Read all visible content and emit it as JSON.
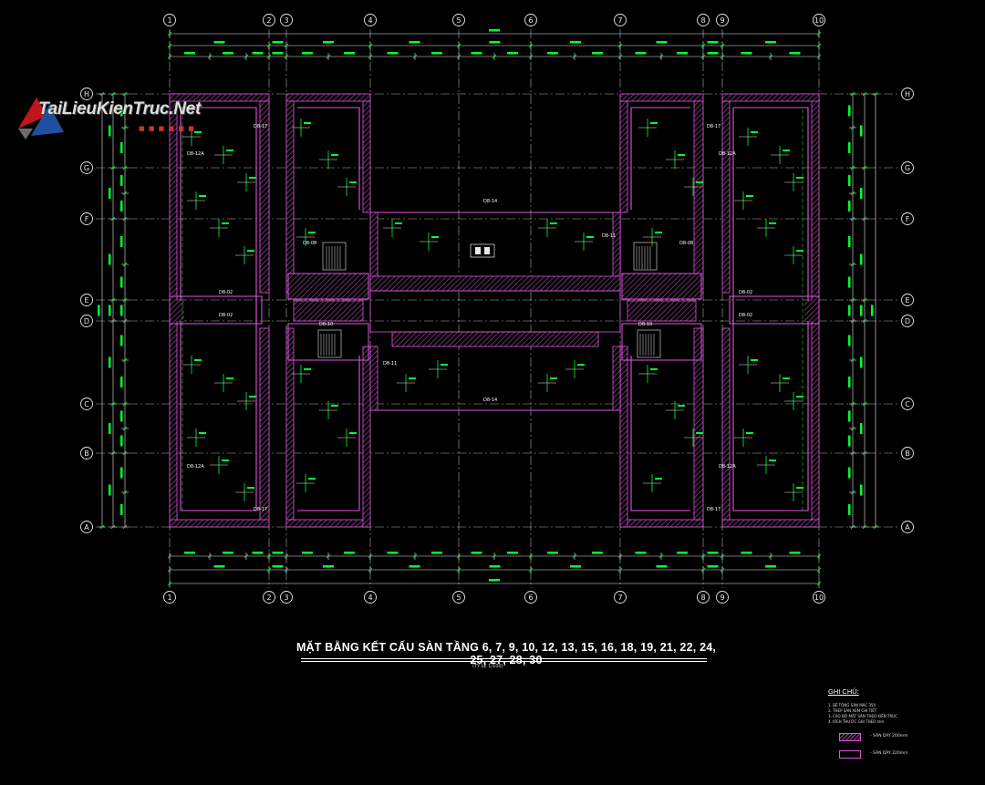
{
  "drawing": {
    "title": "MẶT BẰNG KẾT CẤU SÀN TẦNG 6, 7, 9, 10, 12, 13, 15, 16, 18, 19, 21, 22, 24, 25, 27, 28, 30",
    "subtitle": "(TỶ LỆ 1/100)",
    "watermark": "TaiLieuKienTruc.Net",
    "watermark_dots": "■ ■ ■ ■ ■ ■",
    "colors": {
      "background": "#000000",
      "grid": "#e8e8e8",
      "dimension": "#00ff33",
      "wall": "#e055e0",
      "hatch": "#9a4a9a",
      "text": "#ffffff"
    }
  },
  "axes": {
    "vertical": [
      "1",
      "2",
      "3",
      "4",
      "5",
      "6",
      "7",
      "8",
      "9",
      "10"
    ],
    "horizontal": [
      "H",
      "G",
      "F",
      "E",
      "D",
      "C",
      "B",
      "A"
    ]
  },
  "beam_tags": [
    "D8-14",
    "D8-14",
    "D8-02",
    "D8-02",
    "D8-02",
    "D8-02",
    "D8-12A",
    "D8-12A",
    "D8-12A",
    "D8-12A",
    "D8-08",
    "D8-08",
    "D8-10",
    "D8-10",
    "D8-11",
    "D8-11",
    "D8-17",
    "D8-17",
    "D8-17",
    "D8-17"
  ],
  "notes": {
    "title": "GHI CHÚ:",
    "lines": [
      "1. BÊ TÔNG SÀN MÁC 350",
      "2. THÉP SÀN XEM CHI TIẾT",
      "3. CAO ĐỘ MẶT SÀN THEO KIẾN TRÚC",
      "4. KÍCH THƯỚC GHI THEO mm"
    ],
    "legend": [
      {
        "label": "- SÀN DÀY 200mm",
        "style": "hatch"
      },
      {
        "label": "- SÀN DÀY 220mm",
        "style": "outline"
      }
    ]
  }
}
